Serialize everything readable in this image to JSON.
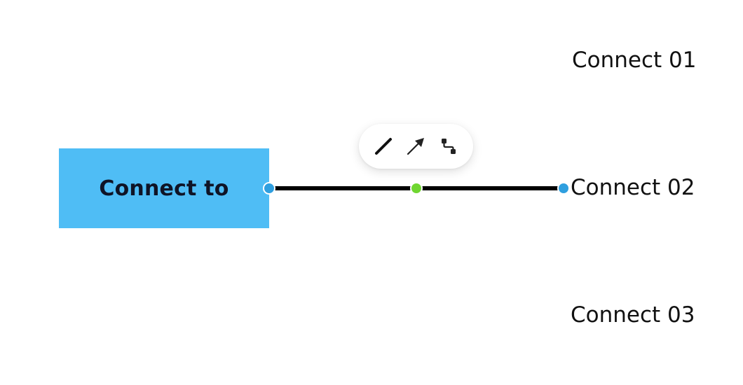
{
  "canvas": {
    "source_node": {
      "label": "Connect to",
      "fill_color": "#4fbdf5"
    },
    "targets": [
      {
        "label": "Connect 01"
      },
      {
        "label": "Connect 02"
      },
      {
        "label": "Connect 03"
      }
    ],
    "connector": {
      "line_color": "#000000",
      "endpoint_color": "#2f9fdf",
      "midpoint_color": "#6fd630"
    }
  },
  "toolbar": {
    "tools": [
      {
        "icon": "straight-line-icon"
      },
      {
        "icon": "arrow-line-icon"
      },
      {
        "icon": "elbow-connector-icon"
      }
    ]
  }
}
